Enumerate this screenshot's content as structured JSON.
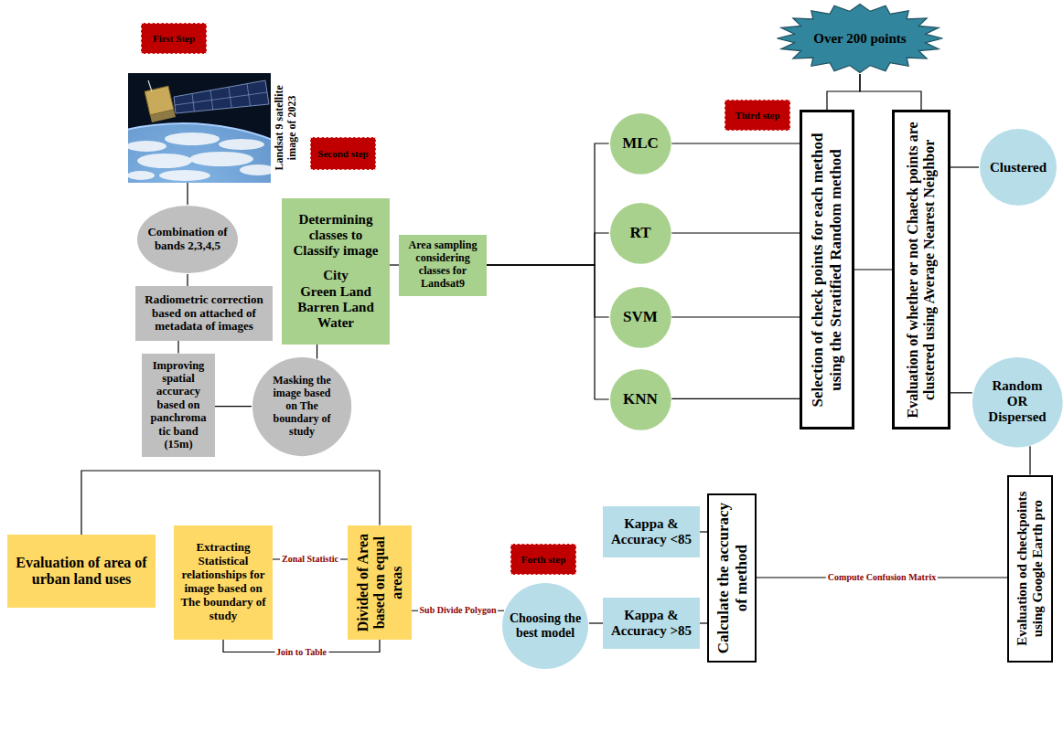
{
  "diagram": {
    "nodes": [
      {
        "text": [
          "First Step"
        ]
      },
      {
        "text": [
          "Landsat 9 satellite image of 2023"
        ]
      },
      {
        "text": [
          "Combination of bands 2,3,4,5"
        ]
      },
      {
        "text": [
          "Radiometric correction based on attached of metadata of images"
        ]
      },
      {
        "text": [
          "Improving spatial accuracy based on panchroma tic band (15m)"
        ]
      },
      {
        "text": [
          "Masking the image based on The boundary of study"
        ]
      },
      {
        "text": [
          "Second step"
        ]
      },
      {
        "text": [
          "Determining classes to Classify image",
          "City",
          "Green Land",
          "Barren Land",
          "Water"
        ]
      },
      {
        "text": [
          "Area sampling considering classes for Landsat9"
        ]
      },
      {
        "text": [
          "MLC"
        ]
      },
      {
        "text": [
          "RT"
        ]
      },
      {
        "text": [
          "SVM"
        ]
      },
      {
        "text": [
          "KNN"
        ]
      },
      {
        "text": [
          "Third step"
        ]
      },
      {
        "text": [
          "Over 200 points"
        ]
      },
      {
        "text": [
          "Selection of check points for each method using the Stratified Random method"
        ]
      },
      {
        "text": [
          "Evaluation of whether or not Chaeck points are clustered using Average Nearest Neighbor"
        ]
      },
      {
        "text": [
          "Clustered"
        ]
      },
      {
        "text": [
          "Random OR Dispersed"
        ]
      },
      {
        "text": [
          "Evaluation od checkpoints using Google Earth pro"
        ]
      },
      {
        "text": [
          "Calculate the accuracy of method"
        ]
      },
      {
        "text": [
          "Kappa & Accuracy <85"
        ]
      },
      {
        "text": [
          "Kappa & Accuracy >85"
        ]
      },
      {
        "text": [
          "Choosing the best model"
        ]
      },
      {
        "text": [
          "Forth step"
        ]
      },
      {
        "text": [
          "Divided of Area based on equal areas"
        ]
      },
      {
        "text": [
          "Extracting Statistical relationships for image based on The boundary of study"
        ]
      },
      {
        "text": [
          "Evaluation of area of urban land uses"
        ]
      }
    ],
    "edges": [
      {
        "from": 1,
        "to": 2,
        "arrow": "none"
      },
      {
        "from": 2,
        "to": 3,
        "arrow": "none"
      },
      {
        "from": 3,
        "to": 4,
        "arrow": "none"
      },
      {
        "from": 4,
        "to": 5,
        "arrow": "none"
      },
      {
        "from": 5,
        "to": 7,
        "arrow": "none"
      },
      {
        "from": 7,
        "to": 8,
        "arrow": "none"
      },
      {
        "from": 8,
        "to": 9,
        "arrow": "none"
      },
      {
        "from": 8,
        "to": 10,
        "arrow": "none"
      },
      {
        "from": 8,
        "to": 11,
        "arrow": "none"
      },
      {
        "from": 8,
        "to": 12,
        "arrow": "none"
      },
      {
        "from": 9,
        "to": 15,
        "arrow": "none"
      },
      {
        "from": 10,
        "to": 15,
        "arrow": "none"
      },
      {
        "from": 11,
        "to": 15,
        "arrow": "none"
      },
      {
        "from": 12,
        "to": 15,
        "arrow": "none"
      },
      {
        "from": 14,
        "to": 15,
        "arrow": "none"
      },
      {
        "from": 14,
        "to": 16,
        "arrow": "none"
      },
      {
        "from": 15,
        "to": 16,
        "arrow": "none"
      },
      {
        "from": 16,
        "to": 17,
        "arrow": "none"
      },
      {
        "from": 16,
        "to": 18,
        "arrow": "none"
      },
      {
        "from": 18,
        "to": 19,
        "arrow": "none"
      },
      {
        "from": 19,
        "to": 20,
        "arrow": "none",
        "label": "Compute Confusion Matrix"
      },
      {
        "from": 20,
        "to": 21,
        "arrow": "none"
      },
      {
        "from": 20,
        "to": 22,
        "arrow": "none"
      },
      {
        "from": 22,
        "to": 23,
        "arrow": "none"
      },
      {
        "from": 23,
        "to": 25,
        "arrow": "none",
        "label": "Sub Divide Polygon"
      },
      {
        "from": 25,
        "to": 26,
        "arrow": "none",
        "label": "Zonal Statistic"
      },
      {
        "from": 26,
        "to": 25,
        "arrow": "none",
        "label": "Join to Table"
      },
      {
        "from": 25,
        "to": 27,
        "arrow": "none"
      }
    ]
  }
}
